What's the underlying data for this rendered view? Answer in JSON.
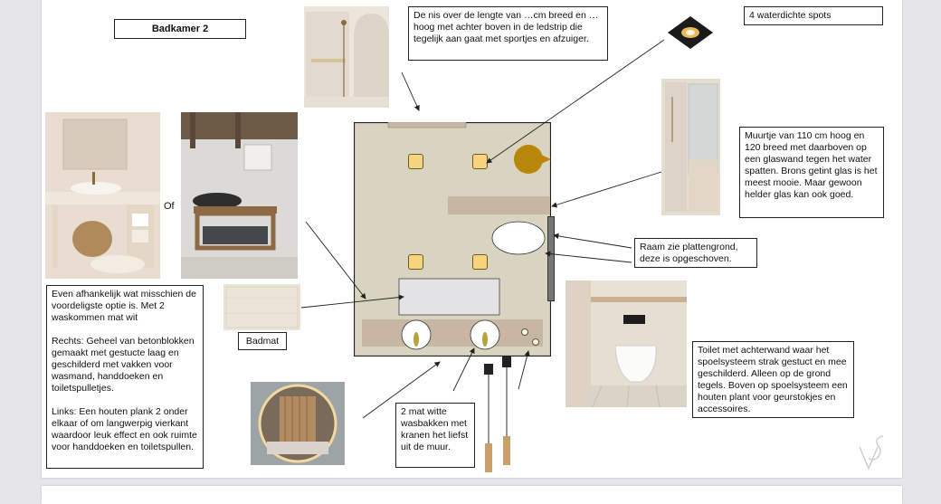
{
  "title": "Badkamer 2",
  "nis_text": "De nis over de lengte van …cm breed en …hoog met achter boven in de ledstrip die tegelijk aan gaat met sportjes en afzuiger.",
  "spots_text": "4 waterdichte spots",
  "muurtje_text": "Muurtje van 110 cm hoog en 120 breed met daarboven op een glaswand tegen het water spatten. Brons getint glas is het meest mooie. Maar gewoon helder glas kan ook goed.",
  "raam_text": "Raam zie plattengrond, deze is opgeschoven.",
  "toilet_text": "Toilet met achterwand waar het spoelsysteem strak gestuct en mee geschilderd. Alleen op de grond tegels. Boven op spoelsysteem een houten plant voor geurstokjes en accessoires.",
  "wasbakken_text": "2 mat witte wasbakken met kranen het liefst uit de muur.",
  "badmat_label": "Badmat",
  "of_label": "Of",
  "left_paragraphs": [
    "Even afhankelijk wat misschien de voordeligste optie is. Met 2 waskommen mat wit",
    "Rechts: Geheel van betonblokken gemaakt met gestucte laag en geschilderd met vakken voor wasmand, handdoeken en toiletspulletjes.",
    "Links: Een houten plank 2 onder elkaar of om langwerpig vierkant waardoor leuk effect en ook ruimte voor handdoeken en toiletspullen."
  ],
  "watermark": "VS",
  "colors": {
    "floor": "#d9d4bf",
    "accent_taupe": "#c7b6a3",
    "spot_yellow": "#f6d47c",
    "brass": "#b8860b",
    "window": "#777777",
    "mat": "#e3e3e6"
  },
  "icons": [
    "ceiling-spot-icon",
    "plant-icon",
    "washbasin-icon",
    "toilet-icon",
    "pendant-lamp-icon",
    "mirror-icon"
  ]
}
